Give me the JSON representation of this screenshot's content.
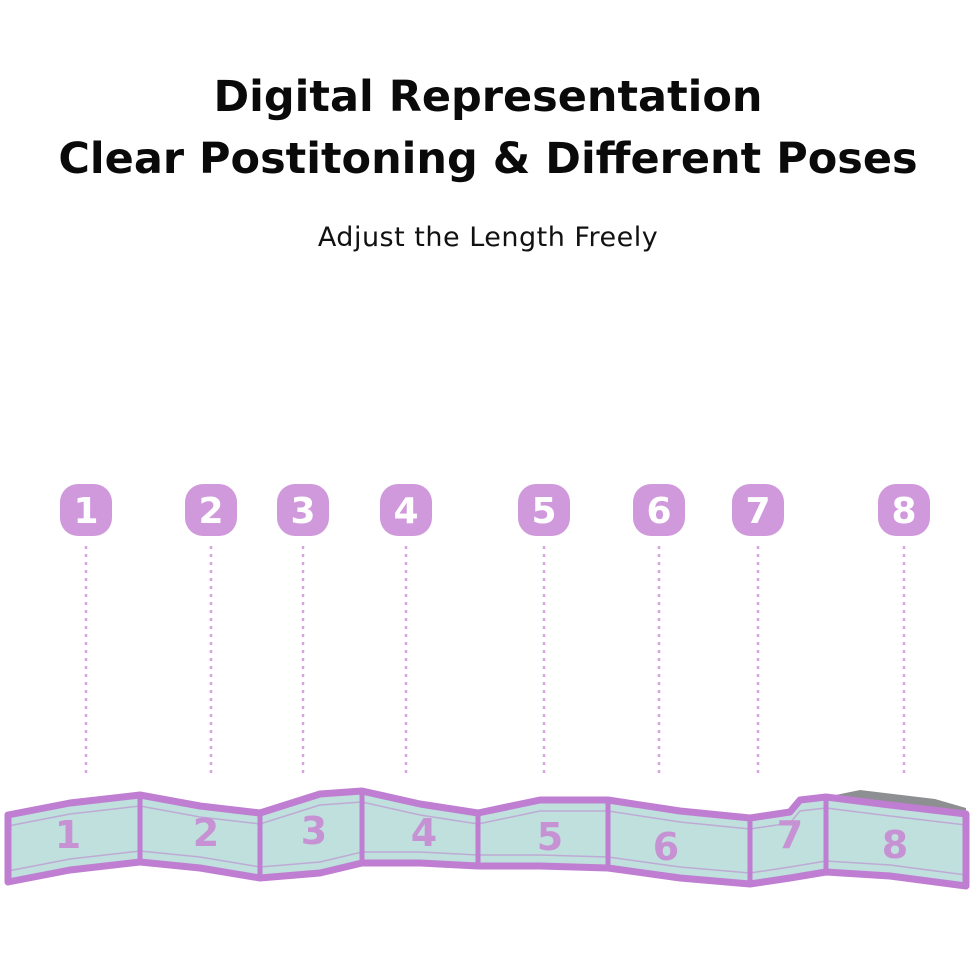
{
  "heading": {
    "line1": "Digital Representation",
    "line2": "Clear Postitoning & Different Poses",
    "subtitle": "Adjust the Length Freely"
  },
  "markers": [
    "1",
    "2",
    "3",
    "4",
    "5",
    "6",
    "7",
    "8"
  ],
  "band_numbers": [
    "1",
    "2",
    "3",
    "4",
    "5",
    "6",
    "7",
    "8"
  ],
  "colors": {
    "marker_fill": "#cf99dc",
    "marker_text": "#ffffff",
    "dotted_line": "#d7a3e2",
    "band_fabric": "#bfe0dc",
    "band_border": "#bf7ed2",
    "band_number": "#c792d4",
    "band_back": "#8e8f93"
  }
}
